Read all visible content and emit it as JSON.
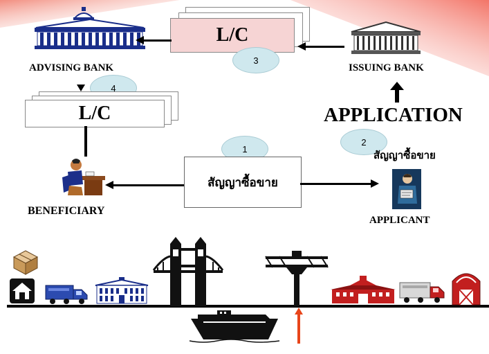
{
  "banks": {
    "advising_label": "ADVISING BANK",
    "issuing_label": "ISSUING BANK"
  },
  "documents": {
    "lc_top_label": "L/C",
    "lc_left_label": "L/C"
  },
  "steps": {
    "step1": "1",
    "step2": "2",
    "step3": "3",
    "step4": "4"
  },
  "parties": {
    "beneficiary_label": "BENEFICIARY",
    "applicant_label": "APPLICANT",
    "application_label": "APPLICATION"
  },
  "contract": {
    "box_text": "สัญญาซื้อขาย",
    "applicant_caption": "สัญญาซื้อขาย"
  },
  "colors": {
    "bank_blue": "#1a2e8a",
    "oval_fill": "#cfe8ee",
    "lc_pink": "#f6d4d4",
    "corner_red": "#f27a6a",
    "warehouse_red": "#c21f1f",
    "arrow_orange": "#e8451a"
  }
}
